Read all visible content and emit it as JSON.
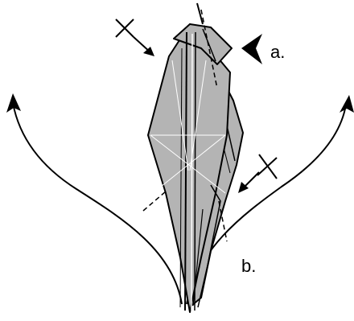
{
  "labels": {
    "step_a": "a.",
    "step_b": "b."
  },
  "colors": {
    "paper": "#b4b4b4",
    "line": "#000000",
    "crease": "#ffffff",
    "background": "#ffffff"
  },
  "icons": [
    "crane-base-figure",
    "valley-fold-arrow-top-left",
    "valley-fold-arrow-right",
    "push-arrowhead",
    "spread-arrow-left",
    "spread-arrow-right"
  ]
}
